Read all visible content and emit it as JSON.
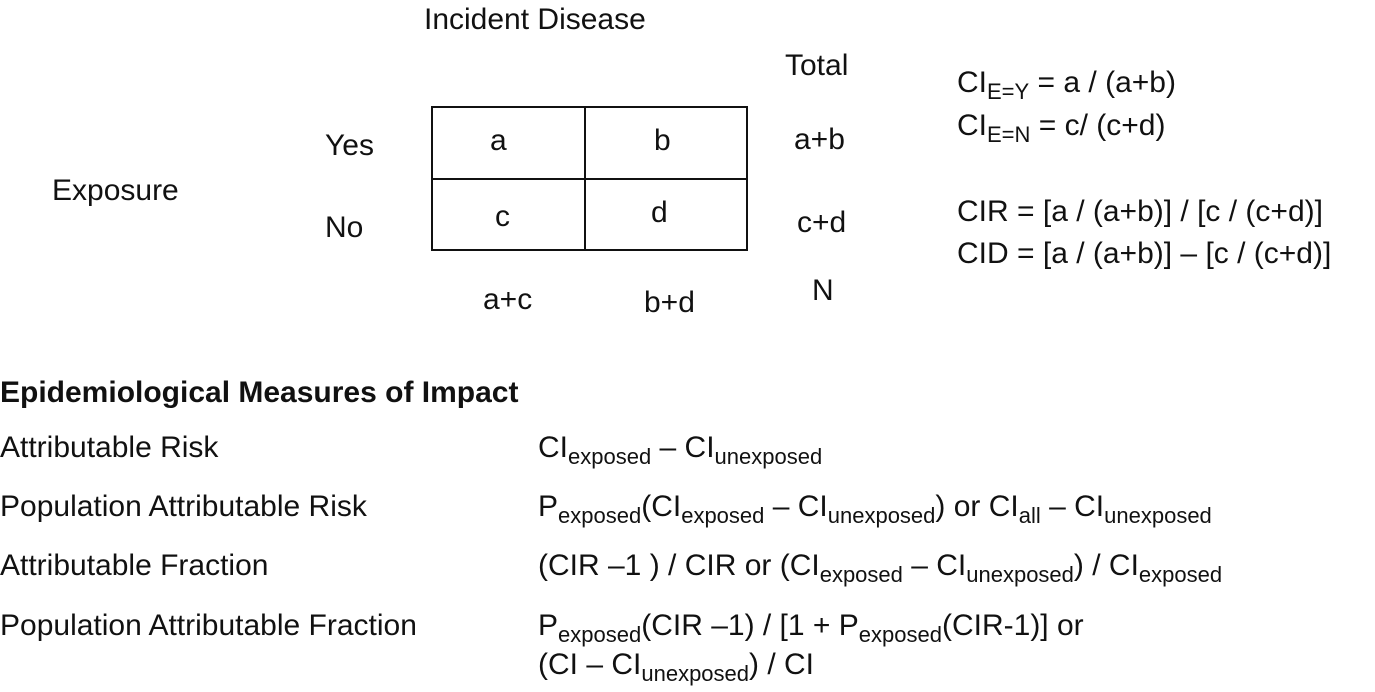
{
  "table": {
    "col_header": "Incident Disease",
    "row_header": "Exposure",
    "total_header": "Total",
    "rows": [
      "Yes",
      "No"
    ],
    "cells": [
      "a",
      "b",
      "c",
      "d"
    ],
    "row_totals": [
      "a+b",
      "c+d"
    ],
    "col_totals": [
      "a+c",
      "b+d"
    ],
    "grand_total": "N"
  },
  "formulas": {
    "ci": {
      "CI": "CI",
      "sub_y": "E=Y",
      "rhs_y": " = a / (a+b)",
      "sub_n": "E=N",
      "rhs_n": " = c/ (c+d)"
    },
    "cir": "CIR = [a / (a+b)] / [c / (c+d)]",
    "cid": "CID = [a / (a+b)] – [c / (c+d)]"
  },
  "measures": {
    "heading": "Epidemiological Measures of Impact",
    "items": [
      {
        "label": "Attributable Risk"
      },
      {
        "label": "Population Attributable Risk"
      },
      {
        "label": "Attributable Fraction"
      },
      {
        "label": "Population Attributable Fraction"
      }
    ],
    "tokens": {
      "CI": "CI",
      "P": "P",
      "exposed": "exposed",
      "unexposed": "unexposed",
      "all": "all",
      "dash": " – ",
      "dash_tight": "– ",
      "or": " or ",
      "open": "(",
      "close": ")",
      "cir_frac_start": "(CIR –1 ) / CIR or (",
      "over": " / ",
      "close_over": ") / ",
      "paf_1": "(CIR –1) / [1 + ",
      "paf_2": "(CIR-1)] or",
      "paf_3": "(CI – ",
      "paf_4": ") / CI"
    }
  }
}
